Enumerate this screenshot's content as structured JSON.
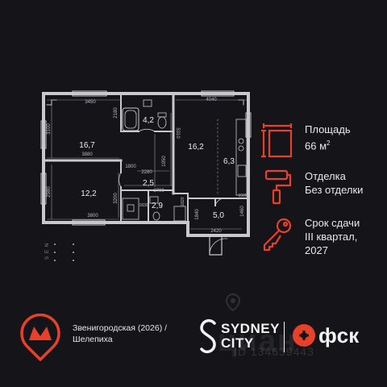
{
  "colors": {
    "accent": "#e8412b",
    "bg": "#151519",
    "wall": "#c9c9cc",
    "text": "#e8e8ea"
  },
  "rooms": {
    "r1": "16,7",
    "r2": "4,2",
    "r3": "16,2",
    "r4": "6,3",
    "r5": "12,2",
    "r6": "2,5",
    "r7": "2,9",
    "r8": "5,0"
  },
  "dims": {
    "d3450": "3450",
    "d4040": "4040",
    "d2180": "2180",
    "d3100": "3100",
    "d3880": "3880",
    "d1800": "1800",
    "d2280": "2280",
    "d1950": "1950",
    "d5310": "5310",
    "d2980": "2980",
    "d3200": "3200",
    "d2700": "2700",
    "d1830": "1830",
    "d1820": "1820",
    "d1840": "1840",
    "d1460": "1460",
    "d3800": "3800",
    "d2420": "2420",
    "d1500": "1500"
  },
  "compass": {
    "n": "N",
    "e": "E",
    "s": "S"
  },
  "info": {
    "area_label": "Площадь",
    "area_value": "66 м",
    "area_sup": "2",
    "finish_label": "Отделка",
    "finish_value": "Без отделки",
    "deadline_label": "Срок сдачи",
    "deadline_line1": "III квартал,",
    "deadline_line2": "2027"
  },
  "icons": {
    "area": "area-icon",
    "finish": "paint-roller-icon",
    "deadline": "key-icon",
    "metro": "metro-pin-icon",
    "location": "location-pin-icon"
  },
  "metro": {
    "station": "Звенигородская (2026) /",
    "station2": "Шелепиха"
  },
  "brand": {
    "sydney_1": "SYDNEY",
    "sydney_2": "CITY",
    "fsk": "фск"
  },
  "watermark": {
    "big": "циан",
    "id": "ID 134639443"
  }
}
